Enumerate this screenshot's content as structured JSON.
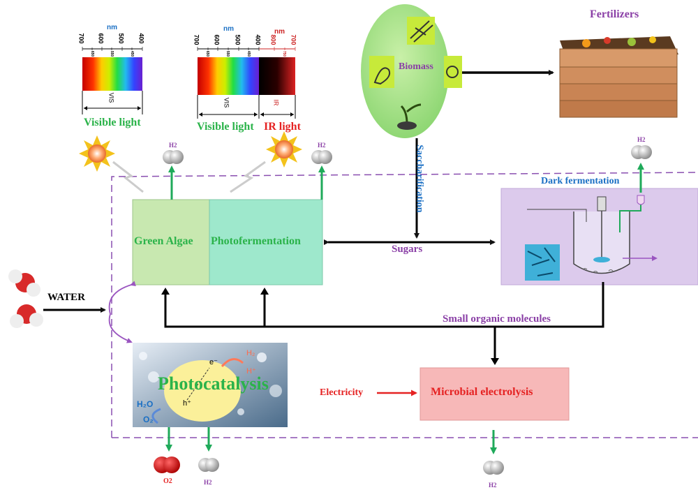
{
  "spectrum_left": {
    "nm_label": "nm",
    "ticks": [
      "700",
      "600",
      "500",
      "400"
    ],
    "minor_ticks": [
      "650",
      "550",
      "450"
    ],
    "band_label": "VIS",
    "caption": "Visible light"
  },
  "spectrum_right": {
    "nm_label_vis": "nm",
    "nm_label_ir": "nm",
    "ticks_vis": [
      "700",
      "600",
      "500",
      "400"
    ],
    "ticks_ir": [
      "800",
      "700"
    ],
    "minor_ticks_vis": [
      "650",
      "550",
      "450"
    ],
    "minor_ticks_ir": [
      "750"
    ],
    "band_vis": "VIS",
    "band_ir": "IR",
    "caption_vis": "Visible light",
    "caption_ir": "IR light"
  },
  "biomass": {
    "label": "Biomass",
    "arrow_label": "Saccharification"
  },
  "fertilizers": {
    "label": "Fertilizers"
  },
  "processes": {
    "green_algae": "Green Algae",
    "photofermentation": "Photofermentation",
    "dark_fermentation": "Dark fermentation",
    "photocatalysis": "Photocatalysis",
    "microbial_electrolysis": "Microbial electrolysis"
  },
  "flows": {
    "sugars": "Sugars",
    "small_organic": "Small organic molecules",
    "water": "WATER",
    "electricity": "Electricity"
  },
  "photocatalysis_inset": {
    "electron": "e⁻",
    "hole": "h⁺",
    "h2": "H₂",
    "h_plus": "H⁺",
    "h2o": "H₂O",
    "o2": "O₂"
  },
  "products": {
    "h2_algae": "H2",
    "h2_photo": "H2",
    "h2_dark": "H2",
    "h2_catalysis": "H2",
    "o2_catalysis": "O2",
    "h2_electrolysis": "H2"
  },
  "colors": {
    "green_text": "#2bb34a",
    "red_text": "#e52222",
    "purple_text": "#8a3fa6",
    "blue_text": "#1a6fc4",
    "arrow_green": "#1faa5a",
    "dashed_border": "#8a4fb0",
    "algae_box": "#c8e8b0",
    "photo_box": "#9ee8cc",
    "dark_box": "#d9c4ea",
    "electrolysis_box": "#f5b5b5"
  }
}
